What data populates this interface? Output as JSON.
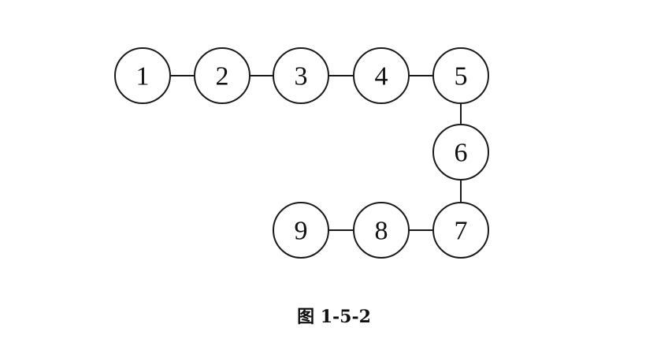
{
  "diagram": {
    "type": "chain",
    "nodes": [
      {
        "id": "1",
        "label": "1"
      },
      {
        "id": "2",
        "label": "2"
      },
      {
        "id": "3",
        "label": "3"
      },
      {
        "id": "4",
        "label": "4"
      },
      {
        "id": "5",
        "label": "5"
      },
      {
        "id": "6",
        "label": "6"
      },
      {
        "id": "7",
        "label": "7"
      },
      {
        "id": "8",
        "label": "8"
      },
      {
        "id": "9",
        "label": "9"
      }
    ],
    "edges": [
      [
        "1",
        "2"
      ],
      [
        "2",
        "3"
      ],
      [
        "3",
        "4"
      ],
      [
        "4",
        "5"
      ],
      [
        "5",
        "6"
      ],
      [
        "6",
        "7"
      ],
      [
        "7",
        "8"
      ],
      [
        "8",
        "9"
      ]
    ]
  },
  "caption": "图 1-5-2"
}
